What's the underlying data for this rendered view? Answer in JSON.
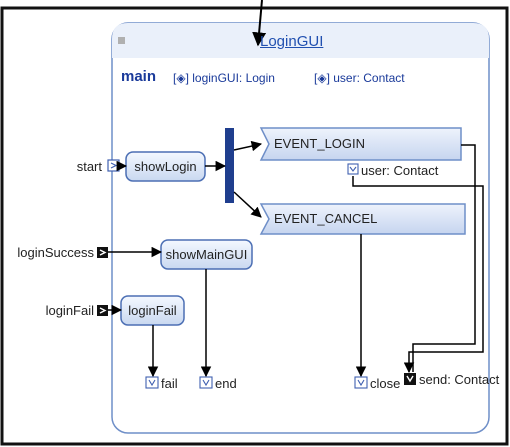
{
  "diagram": {
    "title": "LoginGUI",
    "scope_label": "main",
    "attr_login": "[◈] loginGUI: Login",
    "attr_user": "[◈] user: Contact",
    "inputs": {
      "start": "start",
      "login_success": "loginSuccess",
      "login_fail": "loginFail"
    },
    "actions": {
      "show_login": "showLogin",
      "show_main_gui": "showMainGUI",
      "login_fail": "loginFail"
    },
    "events": {
      "login": "EVENT_LOGIN",
      "cancel": "EVENT_CANCEL"
    },
    "event_param": "user: Contact",
    "outputs": {
      "fail": "fail",
      "end": "end",
      "close": "close",
      "send": "send: Contact"
    }
  }
}
